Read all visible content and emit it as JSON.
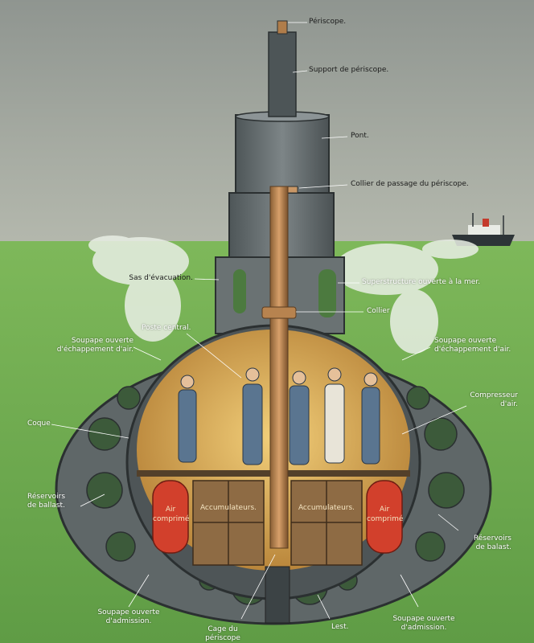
{
  "colors": {
    "sky": "#9ea39b",
    "sea": "#7fb35a",
    "hull": "#6c7576",
    "interior": "#e0b15d",
    "battery": "#8d6a44",
    "air_tank": "#d2402c",
    "leader_line": "#ffffff"
  },
  "labels": {
    "periscope": "Périscope.",
    "periscope_support": "Support de périscope.",
    "bridge": "Pont.",
    "periscope_collar": "Collier de passage du périscope.",
    "escape_hatch": "Sas d'évacuation.",
    "superstructure": "Superstructure ouverte à la mer.",
    "collar": "Collier",
    "central_post": "Poste central.",
    "air_valve_left": "Soupape ouverte\nd'échappement d'air.",
    "air_valve_right": "Soupape ouverte\nd'échappement d'air.",
    "compressor": "Compresseur\nd'air.",
    "hull": "Coque",
    "ballast_left": "Réservoirs\nde ballast.",
    "ballast_right": "Réservoirs\nde balast.",
    "intake_left": "Soupape ouverte\nd'admission.",
    "intake_right": "Soupape ouverte\nd'admission.",
    "periscope_cage": "Cage du\npériscope",
    "ballast_keel": "Lest.",
    "batteries_left": "Accumulateurs.",
    "batteries_right": "Accumulateurs.",
    "air_tank_left": "Air\ncomprimé",
    "air_tank_right": "Air\ncomprimé"
  }
}
